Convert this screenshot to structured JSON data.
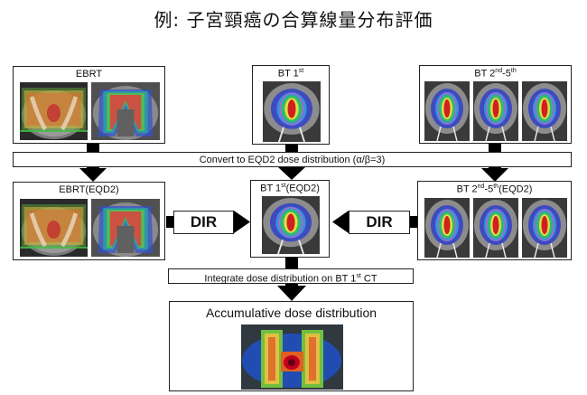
{
  "title": "例: 子宮頸癌の合算線量分布評価",
  "ebrt": {
    "label": "EBRT"
  },
  "bt1": {
    "label_main": "BT 1",
    "label_sup": "st"
  },
  "bt25": {
    "label_pre": "BT 2",
    "sup1": "nd",
    "mid": "-5",
    "sup2": "th"
  },
  "convert": {
    "text": "Convert to EQD2 dose distribution (α/β=3)"
  },
  "ebrt_eqd2": {
    "label": "EBRT(EQD2)"
  },
  "bt1_eqd2": {
    "label_main": "BT 1",
    "label_sup": "st",
    "label_suffix": "(EQD2)"
  },
  "bt25_eqd2": {
    "label_pre": "BT 2",
    "sup1": "nd",
    "mid": "-5",
    "sup2": "th",
    "suffix": "(EQD2)"
  },
  "dir_left": {
    "label": "DIR"
  },
  "dir_right": {
    "label": "DIR"
  },
  "integrate": {
    "text_pre": "Integrate dose distribution on BT 1",
    "sup": "st",
    "text_post": " CT"
  },
  "final": {
    "label": "Accumulative dose distribution"
  },
  "colors": {
    "arrow": "#000000",
    "border": "#222222"
  }
}
